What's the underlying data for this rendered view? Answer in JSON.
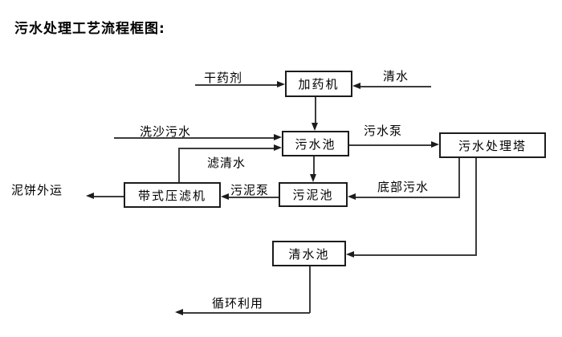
{
  "title": "污水处理工艺流程框图:",
  "colors": {
    "background": "#ffffff",
    "line": "#3c3c3c",
    "box_border": "#1c1c1c",
    "text": "#000000"
  },
  "nodes": {
    "dosing_machine": {
      "label": "加药机"
    },
    "sewage_pool": {
      "label": "污水池"
    },
    "sewage_treatment_tower": {
      "label": "污水处理塔"
    },
    "sludge_pool": {
      "label": "污泥池"
    },
    "belt_filter_press": {
      "label": "带式压滤机"
    },
    "clean_water_pool": {
      "label": "清水池"
    }
  },
  "edge_labels": {
    "dry_agent": "干药剂",
    "clean_water": "清水",
    "sand_washing_sewage": "洗沙污水",
    "sewage_pump": "污水泵",
    "filtered_water": "滤清水",
    "mud_cake_shipped_out": "泥饼外运",
    "sludge_pump": "污泥泵",
    "bottom_sewage": "底部污水",
    "recycle_use": "循环利用"
  },
  "edges": [
    {
      "from": "dry_agent_input",
      "to": "dosing_machine",
      "label": "干药剂"
    },
    {
      "from": "clean_water_input",
      "to": "dosing_machine",
      "label": "清水"
    },
    {
      "from": "dosing_machine",
      "to": "sewage_pool",
      "label": ""
    },
    {
      "from": "sand_washing_sewage_input",
      "to": "sewage_pool",
      "label": "洗沙污水"
    },
    {
      "from": "belt_filter_press",
      "to": "sewage_pool",
      "label": "滤清水"
    },
    {
      "from": "sewage_pool",
      "to": "sewage_treatment_tower",
      "label": "污水泵"
    },
    {
      "from": "sewage_pool",
      "to": "sludge_pool",
      "label": ""
    },
    {
      "from": "sewage_treatment_tower",
      "to": "sludge_pool",
      "label": "底部污水"
    },
    {
      "from": "sludge_pool",
      "to": "belt_filter_press",
      "label": "污泥泵"
    },
    {
      "from": "belt_filter_press",
      "to": "mud_cake_output",
      "label": "泥饼外运"
    },
    {
      "from": "sewage_treatment_tower",
      "to": "clean_water_pool",
      "label": ""
    },
    {
      "from": "clean_water_pool",
      "to": "recycle_output",
      "label": "循环利用"
    }
  ]
}
